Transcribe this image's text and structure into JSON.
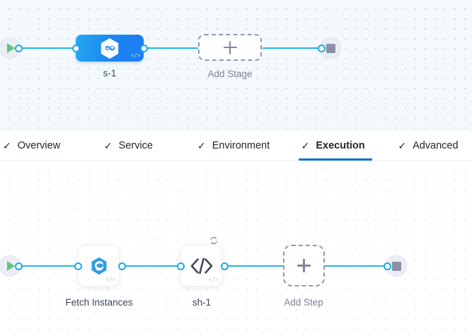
{
  "pipeline": {
    "stage_canvas": {
      "start_node": {
        "icon": "play-icon",
        "name": "pipeline-start"
      },
      "end_node": {
        "icon": "stop-icon",
        "name": "pipeline-end"
      },
      "nodes": [
        {
          "id": "stage-s-1",
          "label": "s-1",
          "type": "stage",
          "icon": "service-hexagon-icon",
          "badge": "</>"
        },
        {
          "id": "add-stage",
          "label": "Add Stage",
          "type": "add",
          "icon": "plus-icon"
        }
      ]
    },
    "step_canvas": {
      "start_node": {
        "icon": "play-icon",
        "name": "execution-start"
      },
      "end_node": {
        "icon": "stop-icon",
        "name": "execution-end"
      },
      "nodes": [
        {
          "id": "step-fetch-instances",
          "label": "Fetch Instances",
          "type": "step",
          "icon": "azure-swirl-icon",
          "badge": "</>"
        },
        {
          "id": "step-sh-1",
          "label": "sh-1",
          "type": "step",
          "icon": "shell-script-icon",
          "badge": "</>",
          "loop": "looping-strategy-icon"
        },
        {
          "id": "add-step",
          "label": "Add Step",
          "type": "add",
          "icon": "plus-icon"
        }
      ]
    }
  },
  "tabs": {
    "items": [
      {
        "label": "Overview",
        "check": "✓",
        "active": false
      },
      {
        "label": "Service",
        "check": "✓",
        "active": false
      },
      {
        "label": "Environment",
        "check": "✓",
        "active": false
      },
      {
        "label": "Execution",
        "check": "✓",
        "active": true
      },
      {
        "label": "Advanced",
        "check": "✓",
        "active": false
      }
    ]
  },
  "colors": {
    "edge": "#27b2ec",
    "port_ring": "#19a9ea",
    "stage_gradient_from": "#23a9f2",
    "stage_gradient_to": "#1b7ef0",
    "active_tab_underline": "#0a73d9",
    "add_node_border": "#9397b3",
    "play": "#5fc77f",
    "stop": "#8d8fa6"
  }
}
